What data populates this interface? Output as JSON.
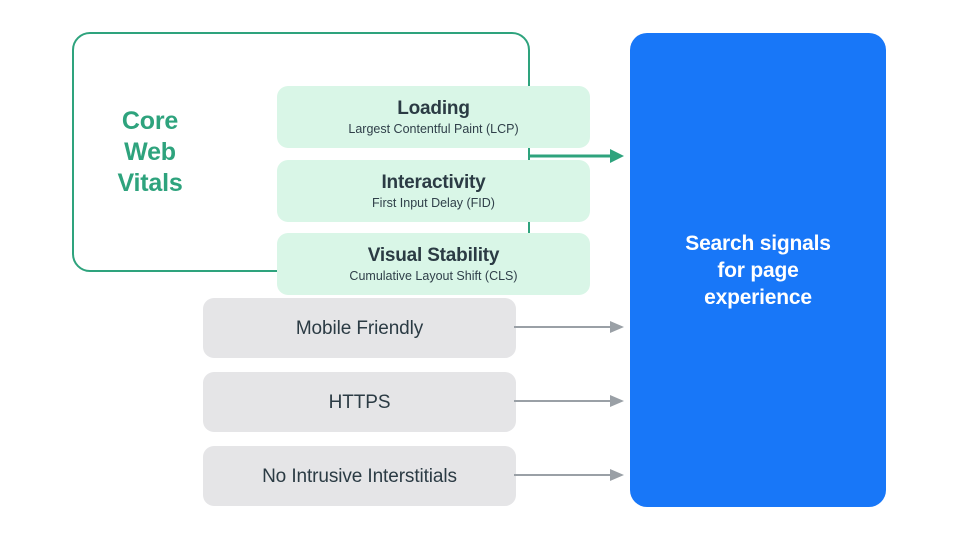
{
  "diagram": {
    "title": "Search signals for page experience",
    "colors": {
      "accent_green": "#2EA37D",
      "card_green": "#D9F6E7",
      "card_grey": "#E5E5E7",
      "panel_blue": "#1877F8",
      "text_dark": "#2B3B44",
      "arrow_grey": "#9AA0A6",
      "background": "#FFFFFF"
    },
    "core_web_vitals": {
      "group_label": "Core Web Vitals",
      "group_label_lines": [
        "Core",
        "Web",
        "Vitals"
      ],
      "items": [
        {
          "title": "Loading",
          "subtitle": "Largest Contentful Paint (LCP)"
        },
        {
          "title": "Interactivity",
          "subtitle": "First Input Delay (FID)"
        },
        {
          "title": "Visual Stability",
          "subtitle": "Cumulative Layout Shift (CLS)"
        }
      ]
    },
    "other_signals": [
      {
        "title": "Mobile Friendly"
      },
      {
        "title": "HTTPS"
      },
      {
        "title": "No Intrusive Interstitials"
      }
    ],
    "outcome": {
      "label": "Search signals\nfor page\nexperience"
    },
    "connectors": [
      {
        "name": "core-web-vitals-arrow",
        "color": "#2EA37D",
        "from": "core-web-vitals-group",
        "to": "outcome-panel"
      },
      {
        "name": "mobile-friendly-arrow",
        "color": "#9AA0A6",
        "from": "signal-card-mobile-friendly",
        "to": "outcome-panel"
      },
      {
        "name": "https-arrow",
        "color": "#9AA0A6",
        "from": "signal-card-https",
        "to": "outcome-panel"
      },
      {
        "name": "interstitials-arrow",
        "color": "#9AA0A6",
        "from": "signal-card-no-intrusive-interstitials",
        "to": "outcome-panel"
      }
    ]
  }
}
